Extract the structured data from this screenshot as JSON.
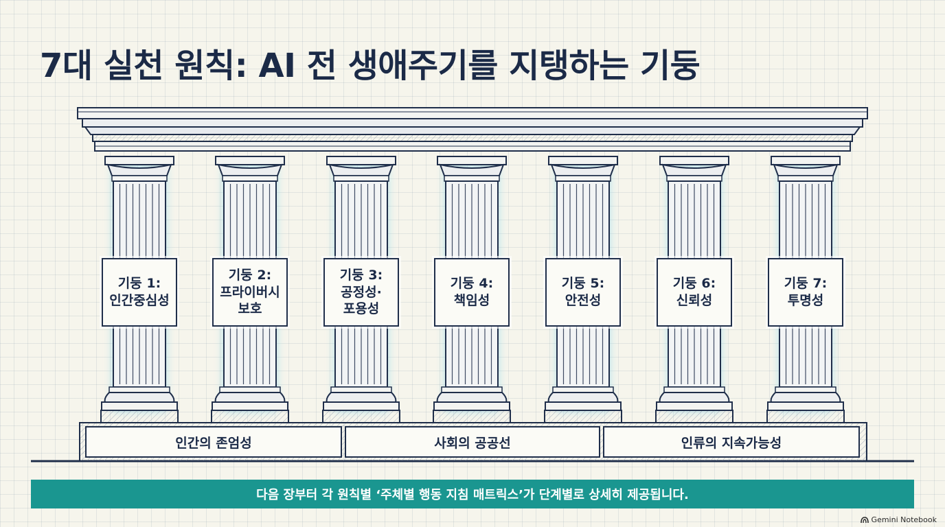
{
  "title": "7대 실천 원칙: AI 전 생애주기를 지탱하는 기둥",
  "pillars": [
    {
      "line1": "기둥 1:",
      "line2": "인간중심성",
      "line3": ""
    },
    {
      "line1": "기둥 2:",
      "line2": "프라이버시",
      "line3": "보호"
    },
    {
      "line1": "기둥 3:",
      "line2": "공정성·",
      "line3": "포용성"
    },
    {
      "line1": "기둥 4:",
      "line2": "책임성",
      "line3": ""
    },
    {
      "line1": "기둥 5:",
      "line2": "안전성",
      "line3": ""
    },
    {
      "line1": "기둥 6:",
      "line2": "신뢰성",
      "line3": ""
    },
    {
      "line1": "기둥 7:",
      "line2": "투명성",
      "line3": ""
    }
  ],
  "foundation": [
    "인간의 존엄성",
    "사회의 공공선",
    "인류의 지속가능성"
  ],
  "banner": "다음 장부터 각 원칙별 ‘주체별 행동 지침 매트릭스’가 단계별로 상세히 제공됩니다.",
  "watermark": "Gemini Notebook",
  "colors": {
    "ink": "#1f2e4a",
    "glow": "#8fd8ee",
    "banner": "#1a9690",
    "paper": "#f6f5ec"
  }
}
